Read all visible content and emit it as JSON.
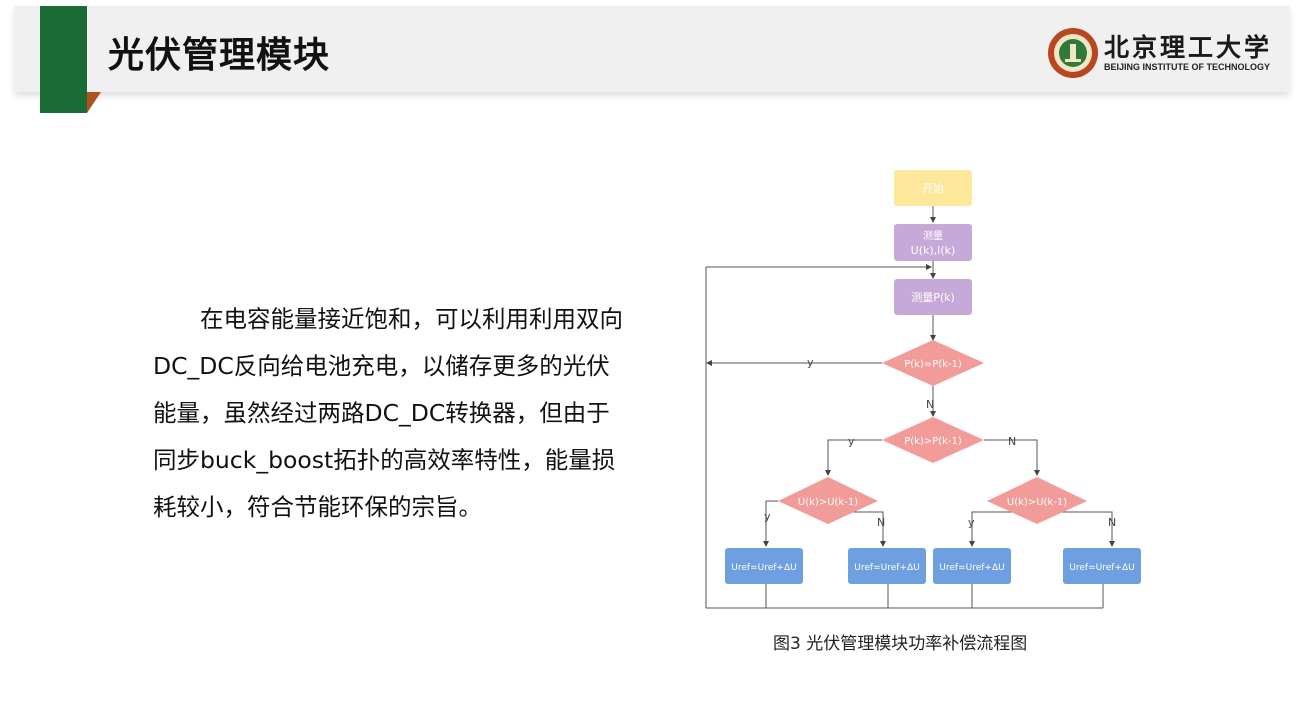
{
  "header": {
    "title": "光伏管理模块",
    "logo_cn": "北京理工大学",
    "logo_en": "BEIJING INSTITUTE OF TECHNOLOGY"
  },
  "body_text": "在电容能量接近饱和，可以利用利用双向DC_DC反向给电池充电，以储存更多的光伏能量，虽然经过两路DC_DC转换器，但由于同步buck_boost拓扑的高效率特性，能量损耗较小，符合节能环保的宗旨。",
  "flowchart": {
    "start": "开始",
    "measure_line1": "测量",
    "measure_line2": "U(k),I(k)",
    "measure_p": "测量P(k)",
    "dec1": "P(k)=P(k-1)",
    "dec2": "P(k)>P(k-1)",
    "dec3": "U(k)>U(k-1)",
    "dec4": "U(k)>U(k-1)",
    "box1": "Uref=Uref+ΔU",
    "box2": "Uref=Uref+ΔU",
    "box3": "Uref=Uref+ΔU",
    "box4": "Uref=Uref+ΔU",
    "yes": "y",
    "no": "N",
    "colors": {
      "start": "#fde79a",
      "measure": "#c6a9d8",
      "decision": "#f19c98",
      "action": "#6e9fe0"
    }
  },
  "caption": "图3 光伏管理模块功率补偿流程图"
}
